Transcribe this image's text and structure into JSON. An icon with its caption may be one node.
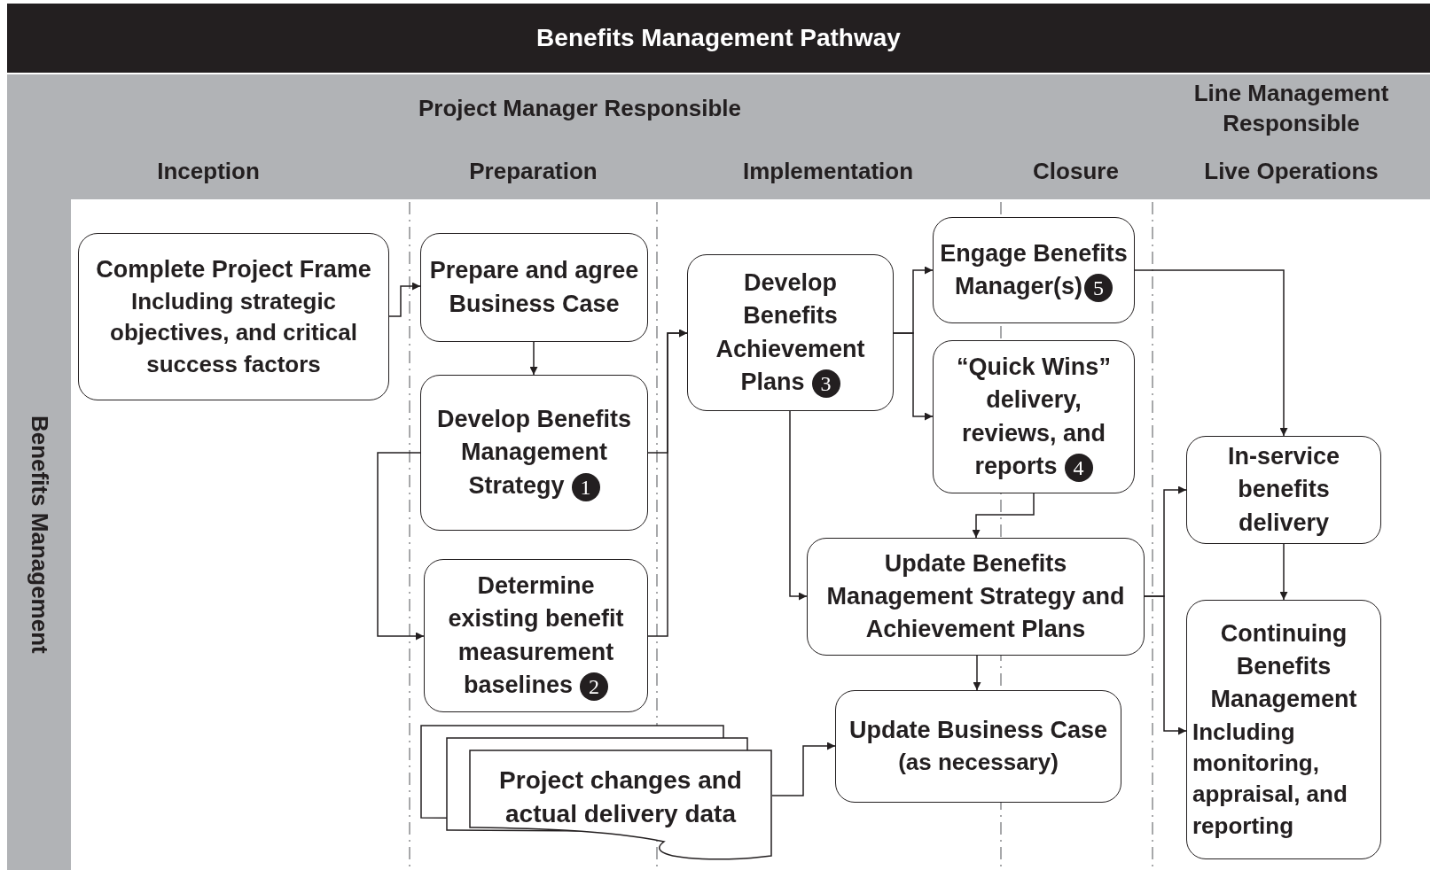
{
  "diagram": {
    "title": "Benefits Management Pathway",
    "nodes": [
      {
        "text": [
          "Project Manager Responsible"
        ]
      },
      {
        "text": [
          "Line Management Responsible"
        ]
      },
      {
        "text": [
          "Inception"
        ]
      },
      {
        "text": [
          "Preparation"
        ]
      },
      {
        "text": [
          "Implementation"
        ]
      },
      {
        "text": [
          "Closure"
        ]
      },
      {
        "text": [
          "Live Operations"
        ]
      },
      {
        "text": [
          "Benefits Management"
        ]
      },
      {
        "text": [
          "Complete Project Frame",
          "Including strategic objectives, and critical success factors"
        ]
      },
      {
        "text": [
          "Prepare and agree Business Case"
        ]
      },
      {
        "text": [
          "Develop Benefits Management Strategy",
          "1"
        ]
      },
      {
        "text": [
          "Determine existing benefit measurement baselines",
          "2"
        ]
      },
      {
        "text": [
          "Project changes and actual delivery data"
        ]
      },
      {
        "text": [
          "Develop Benefits Achievement Plans",
          "3"
        ]
      },
      {
        "text": [
          "Engage Benefits Manager(s)",
          "5"
        ]
      },
      {
        "text": [
          "“Quick Wins” delivery, reviews, and reports",
          "4"
        ]
      },
      {
        "text": [
          "Update Benefits Management Strategy and Achievement Plans"
        ]
      },
      {
        "text": [
          "Update Business Case",
          "(as necessary)"
        ]
      },
      {
        "text": [
          "In-service benefits delivery"
        ]
      },
      {
        "text": [
          "Continuing Benefits Management",
          "Including monitoring, appraisal, and reporting"
        ]
      }
    ],
    "edges": [
      {
        "from": 8,
        "to": 9,
        "arrow": "to"
      },
      {
        "from": 9,
        "to": 10,
        "arrow": "to"
      },
      {
        "from": 10,
        "to": 11,
        "arrow": "to"
      },
      {
        "from": 10,
        "to": 13,
        "arrow": "to"
      },
      {
        "from": 11,
        "to": 13,
        "arrow": "to"
      },
      {
        "from": 13,
        "to": 14,
        "arrow": "to"
      },
      {
        "from": 13,
        "to": 15,
        "arrow": "to"
      },
      {
        "from": 13,
        "to": 16,
        "arrow": "to"
      },
      {
        "from": 15,
        "to": 16,
        "arrow": "to"
      },
      {
        "from": 14,
        "to": 18,
        "arrow": "to"
      },
      {
        "from": 16,
        "to": 18,
        "arrow": "to"
      },
      {
        "from": 16,
        "to": 19,
        "arrow": "to"
      },
      {
        "from": 16,
        "to": 17,
        "arrow": "to"
      },
      {
        "from": 12,
        "to": 17,
        "arrow": "to"
      },
      {
        "from": 18,
        "to": 19,
        "arrow": "to"
      }
    ]
  }
}
